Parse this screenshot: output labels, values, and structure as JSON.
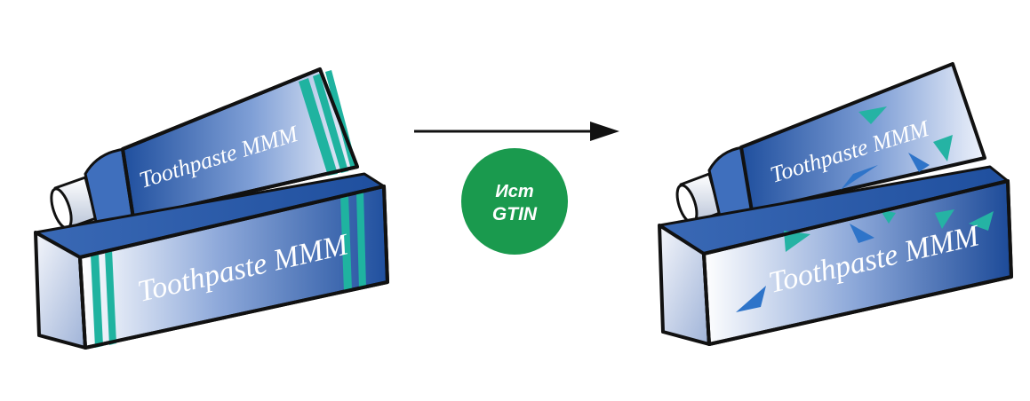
{
  "scene": {
    "before": {
      "tube_label": "Toothpaste MMM",
      "box_label": "Toothpaste MMM",
      "design": "blue gradient with green stripes"
    },
    "after": {
      "tube_label": "Toothpaste MMM",
      "box_label": "Toothpaste MMM",
      "design": "blue gradient with blue and teal triangles"
    },
    "badge": {
      "line1": "Ист",
      "line2": "GTIN",
      "color": "#1a9a4e"
    },
    "colors": {
      "blue_dark": "#1f4f9e",
      "blue_light": "#e9eef9",
      "stripe_green": "#1fb3a0",
      "triangle_blue": "#2e74c9",
      "triangle_teal": "#25b3a4",
      "outline": "#111111"
    }
  }
}
